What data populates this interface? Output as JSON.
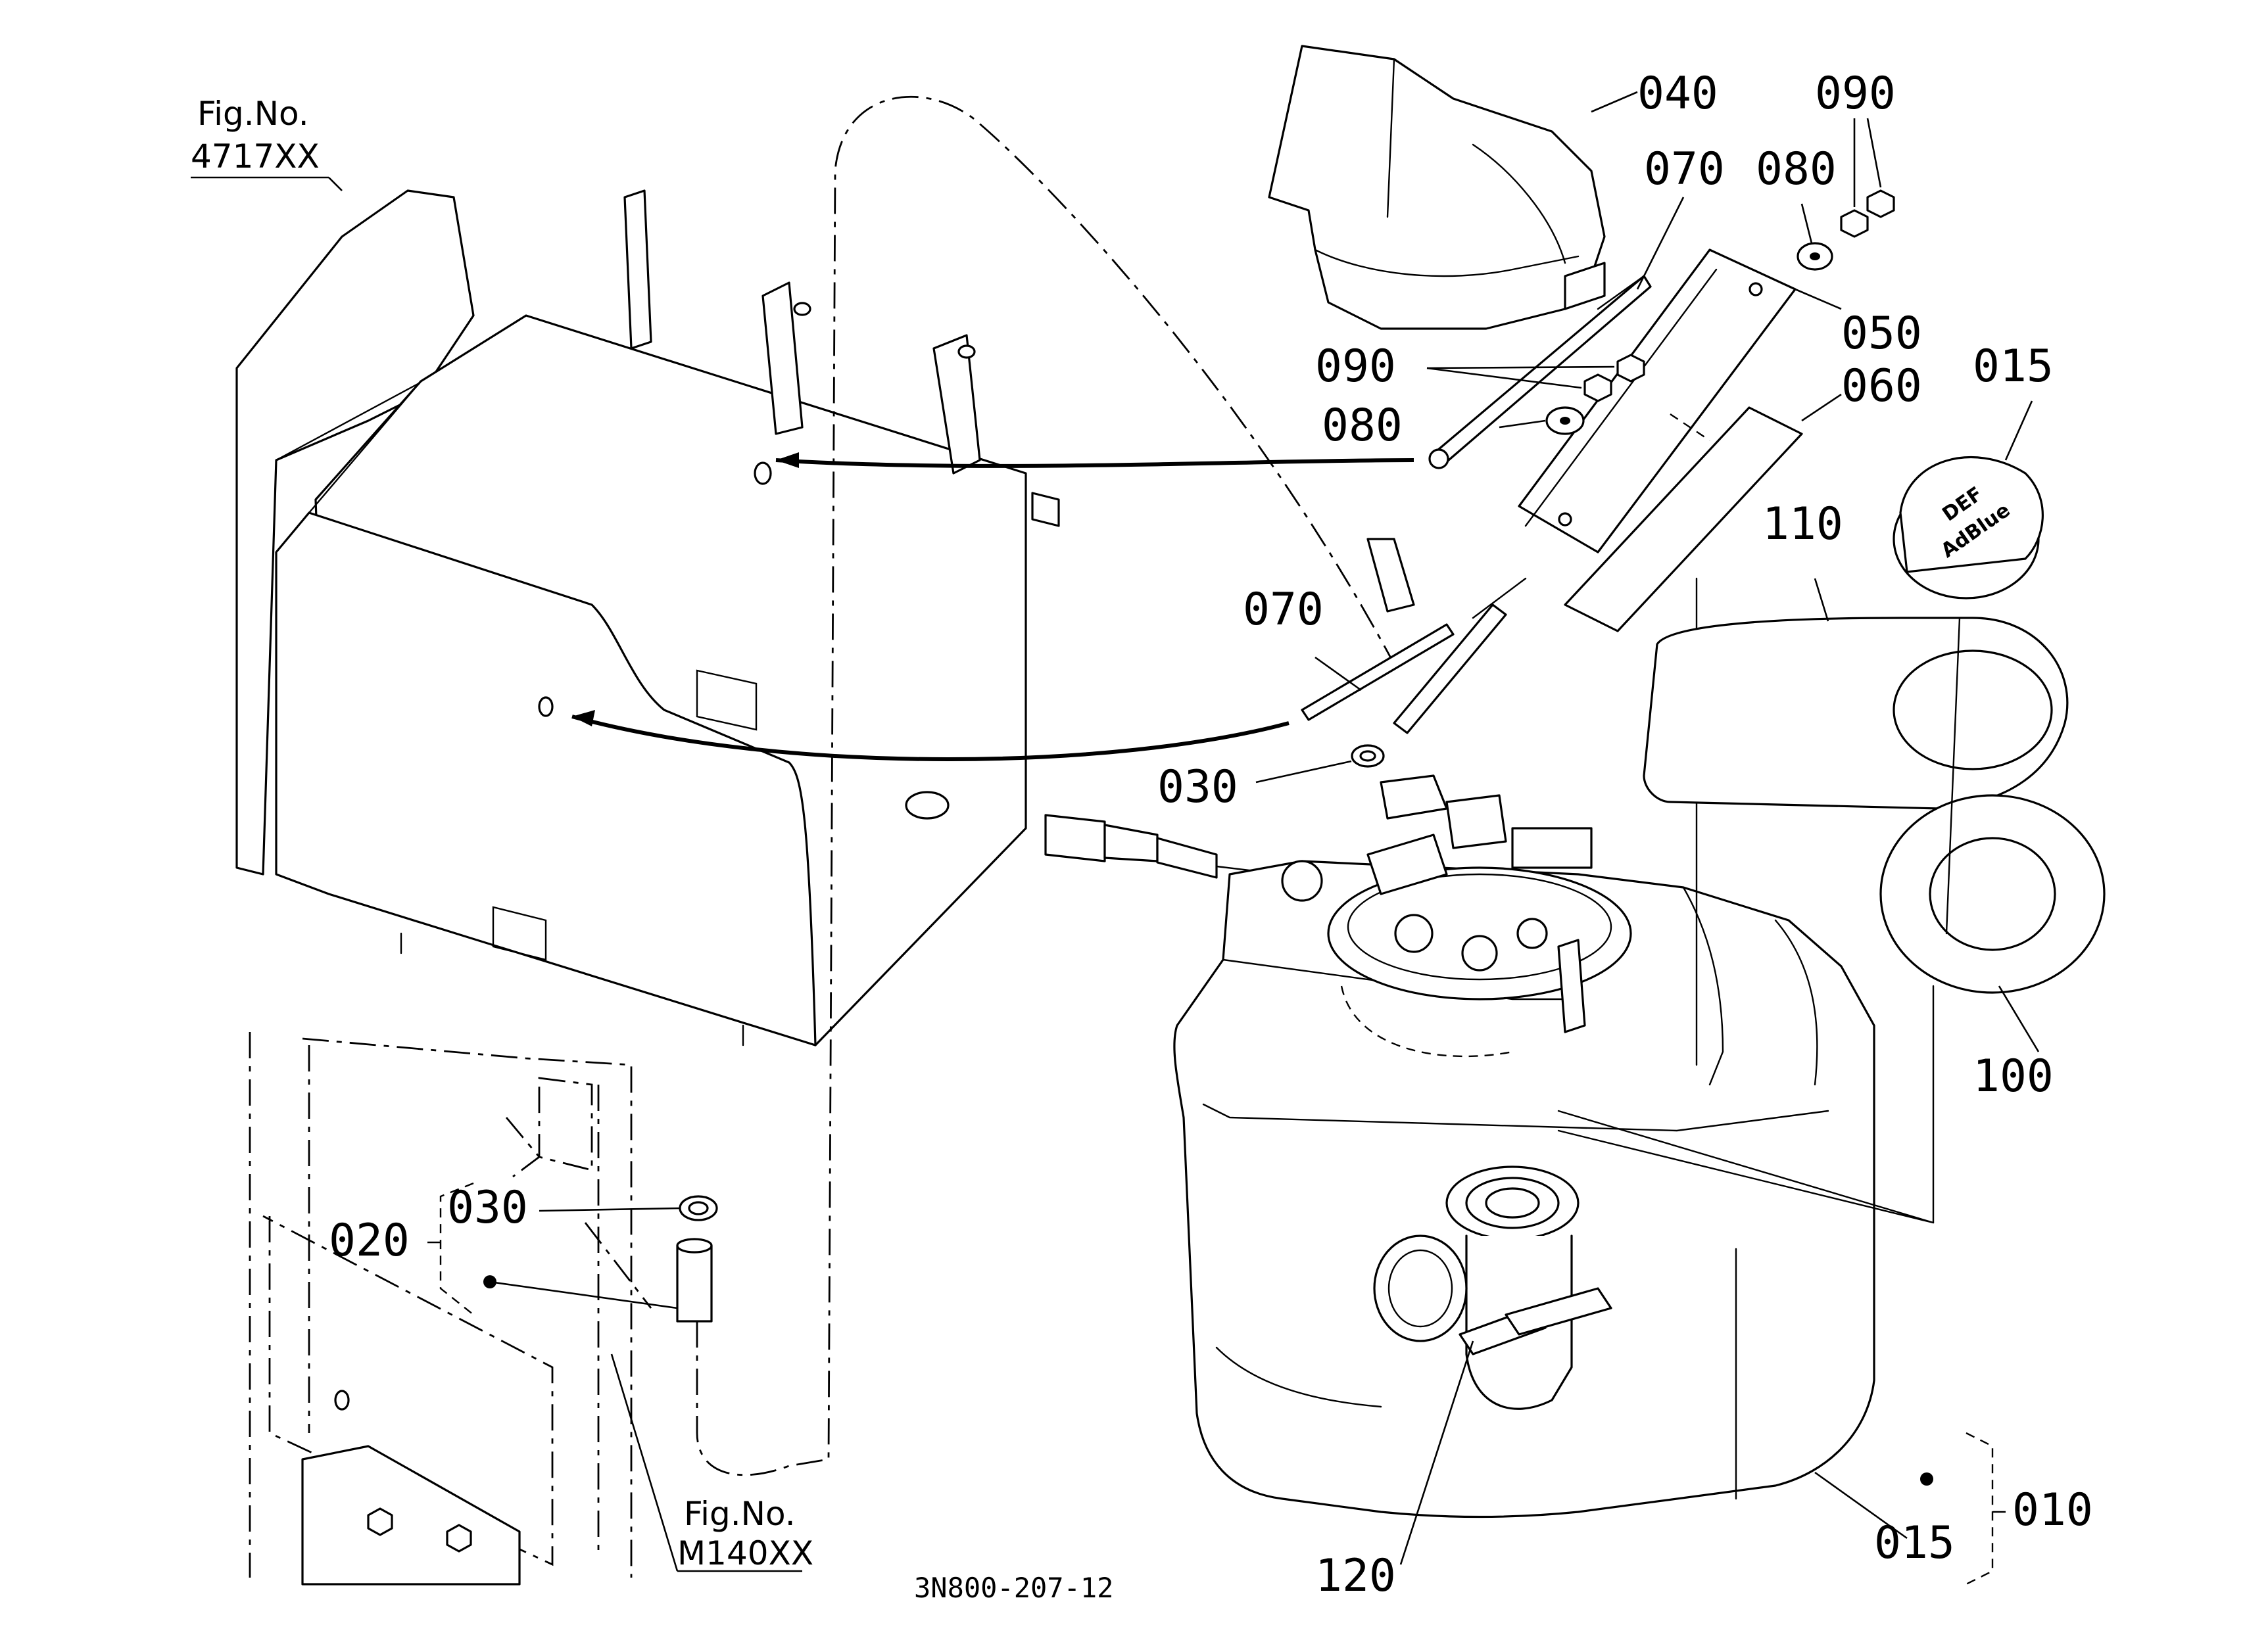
{
  "figure_refs": [
    {
      "line1": "Fig.No.",
      "line2": "4717XX"
    },
    {
      "line1": "Fig.No.",
      "line2": "M140XX"
    }
  ],
  "part_labels": {
    "p040": "040",
    "p090_top": "090",
    "p070_top": "070",
    "p080_top": "080",
    "p050": "050",
    "p060": "060",
    "p015_cap": "015",
    "p090_mid": "090",
    "p080_mid": "080",
    "p110": "110",
    "p070_mid": "070",
    "p030_mid": "030",
    "p100": "100",
    "p030_low": "030",
    "p020": "020",
    "p120": "120",
    "p015_tank": "015",
    "p010": "010"
  },
  "cap_text": {
    "line1": "DEF",
    "line2": "AdBlue"
  },
  "drawing_code": "3N800-207-12"
}
